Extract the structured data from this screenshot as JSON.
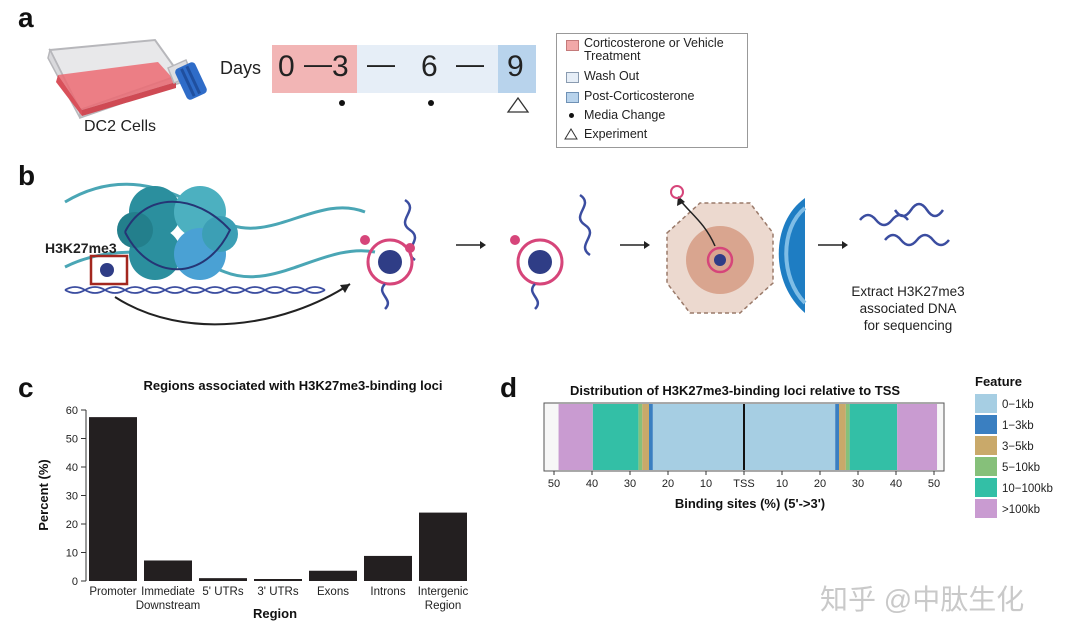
{
  "panels": {
    "a": "a",
    "b": "b",
    "c": "c",
    "d": "d"
  },
  "panel_a": {
    "cells_label": "DC2 Cells",
    "days_label": "Days",
    "timeline": {
      "d0": "0",
      "dash1": "—",
      "d3": "3",
      "dash2": "—",
      "d6": "6",
      "dash3": "—",
      "d9": "9"
    },
    "legend": [
      {
        "label": "Corticosterone or Vehicle Treatment",
        "color": "#f0a3a3"
      },
      {
        "label": "Wash Out",
        "color": "#e6eef7"
      },
      {
        "label": "Post-Corticosterone",
        "color": "#b8d3ec"
      },
      {
        "label": "Media Change",
        "symbol": "dot"
      },
      {
        "label": "Experiment",
        "symbol": "triangle"
      }
    ],
    "legend_line1": "Corticosterone or Vehicle",
    "legend_line2": "Treatment",
    "legend_wash": "Wash Out",
    "legend_post": "Post-Corticosterone",
    "legend_media": "Media Change",
    "legend_experiment": "Experiment"
  },
  "panel_b": {
    "mark_label": "H3K27me3",
    "extract_line1": "Extract H3K27me3",
    "extract_line2": "associated DNA",
    "extract_line3": "for sequencing"
  },
  "chart_data": [
    {
      "type": "bar",
      "title": "Regions associated with H3K27me3-binding loci",
      "xlabel": "Region",
      "ylabel": "Percent (%)",
      "ylim": [
        0,
        60
      ],
      "yticks": [
        "0",
        "10",
        "20",
        "30",
        "40",
        "50",
        "60"
      ],
      "categories": [
        "Promoter",
        "Immediate Downstream",
        "5' UTRs",
        "3' UTRs",
        "Exons",
        "Introns",
        "Intergenic Region"
      ],
      "category_lines": [
        [
          "Promoter"
        ],
        [
          "Immediate",
          "Downstream"
        ],
        [
          "5' UTRs"
        ],
        [
          "3' UTRs"
        ],
        [
          "Exons"
        ],
        [
          "Introns"
        ],
        [
          "Intergenic",
          "Region"
        ]
      ],
      "values": [
        57.5,
        7.2,
        1.0,
        0.7,
        3.6,
        8.8,
        24.0
      ],
      "bar_color": "#231f20"
    },
    {
      "type": "bar",
      "title": "Distribution of H3K27me3-binding loci relative to TSS",
      "xlabel": "Binding sites (%) (5'->3')",
      "xticks": [
        "50",
        "40",
        "30",
        "20",
        "10",
        "TSS",
        "10",
        "20",
        "30",
        "40",
        "50"
      ],
      "legend_title": "Feature",
      "features": [
        "0-1kb",
        "1-3kb",
        "3-5kb",
        "5-10kb",
        "10-100kb",
        ">100kb"
      ],
      "feature_labels": [
        "0−1kb",
        "1−3kb",
        "3−5kb",
        "5−10kb",
        "10−100kb",
        ">100kb"
      ],
      "colors": [
        "#a6cee3",
        "#3a7fc1",
        "#c9a96a",
        "#86c07a",
        "#33bfa6",
        "#c99bd1"
      ],
      "upstream": [
        24.0,
        1.0,
        1.8,
        1.0,
        12.0,
        9.0
      ],
      "downstream": [
        24.0,
        1.0,
        1.8,
        1.0,
        12.5,
        10.5
      ]
    }
  ],
  "watermark": "知乎 @中肽生化"
}
